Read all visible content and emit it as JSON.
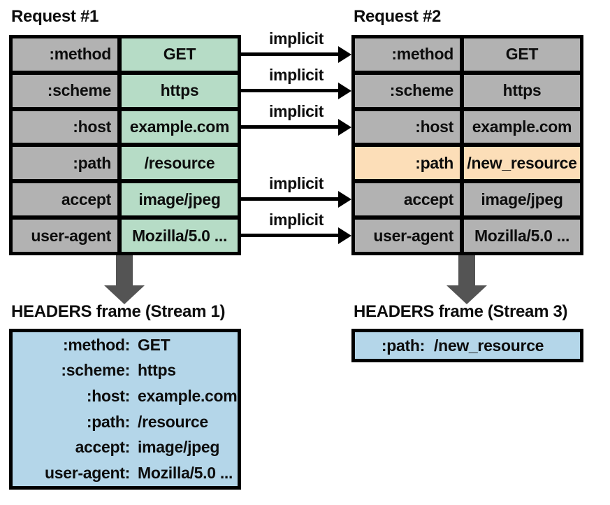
{
  "colors": {
    "cell_gray": "#b2b2b2",
    "cell_green": "#b6dcc6",
    "cell_highlight_orange": "#fcdeb8",
    "frame_blue": "#b4d6e9",
    "down_arrow_gray": "#545454",
    "border_black": "#000000"
  },
  "request1": {
    "title": "Request #1",
    "rows": [
      {
        "name": ":method",
        "value": "GET"
      },
      {
        "name": ":scheme",
        "value": "https"
      },
      {
        "name": ":host",
        "value": "example.com"
      },
      {
        "name": ":path",
        "value": "/resource"
      },
      {
        "name": "accept",
        "value": "image/jpeg"
      },
      {
        "name": "user-agent",
        "value": "Mozilla/5.0 ..."
      }
    ]
  },
  "request2": {
    "title": "Request #2",
    "rows": [
      {
        "name": ":method",
        "value": "GET",
        "highlighted": false
      },
      {
        "name": ":scheme",
        "value": "https",
        "highlighted": false
      },
      {
        "name": ":host",
        "value": "example.com",
        "highlighted": false
      },
      {
        "name": ":path",
        "value": "/new_resource",
        "highlighted": true
      },
      {
        "name": "accept",
        "value": "image/jpeg",
        "highlighted": false
      },
      {
        "name": "user-agent",
        "value": "Mozilla/5.0 ...",
        "highlighted": false
      }
    ]
  },
  "implicit_arrows": {
    "labels": [
      "implicit",
      "implicit",
      "implicit",
      "implicit",
      "implicit"
    ]
  },
  "frame1": {
    "title": "HEADERS frame (Stream 1)",
    "entries": [
      {
        "name": ":method:",
        "value": "GET"
      },
      {
        "name": ":scheme:",
        "value": "https"
      },
      {
        "name": ":host:",
        "value": "example.com"
      },
      {
        "name": ":path:",
        "value": "/resource"
      },
      {
        "name": "accept:",
        "value": "image/jpeg"
      },
      {
        "name": "user-agent:",
        "value": "Mozilla/5.0 ..."
      }
    ]
  },
  "frame2": {
    "title": "HEADERS frame (Stream 3)",
    "entries": [
      {
        "name": ":path:",
        "value": "/new_resource"
      }
    ]
  }
}
